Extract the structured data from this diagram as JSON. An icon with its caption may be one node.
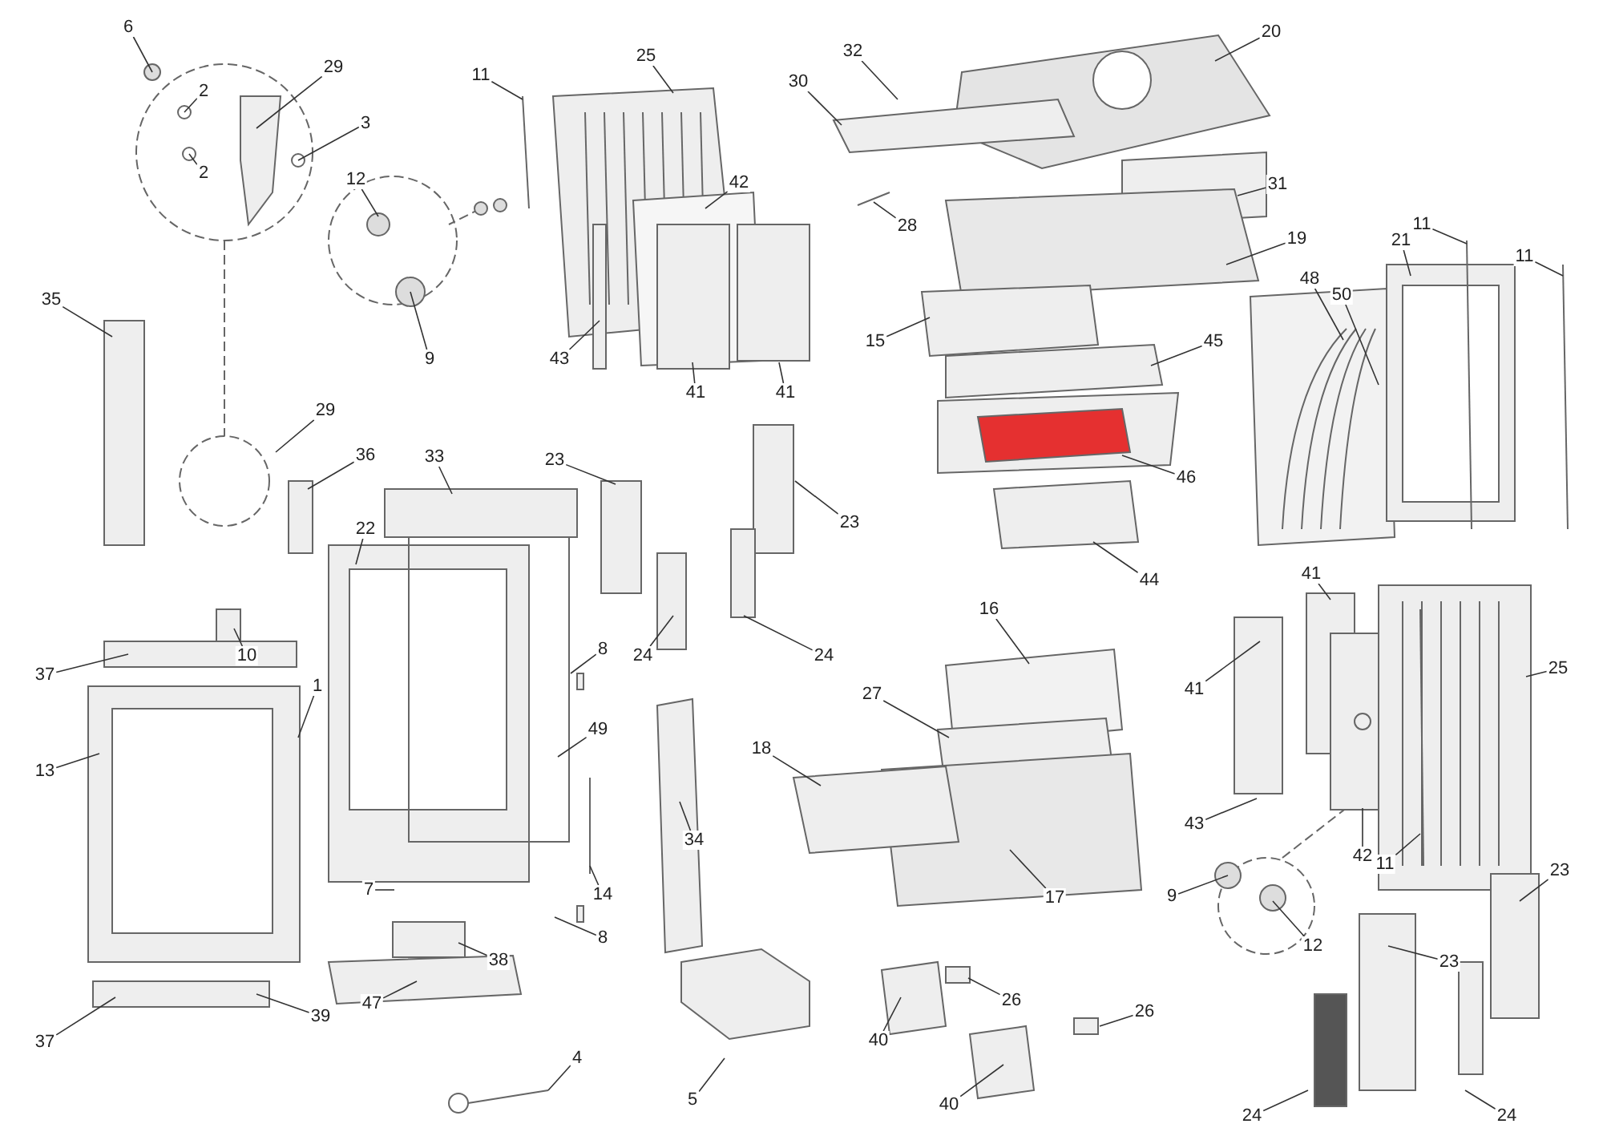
{
  "diagram": {
    "nodes": [
      {
        "text": [
          "6"
        ]
      },
      {
        "text": [
          "2"
        ]
      },
      {
        "text": [
          "29"
        ]
      },
      {
        "text": [
          "2"
        ]
      },
      {
        "text": [
          "3"
        ]
      },
      {
        "text": [
          "11"
        ]
      },
      {
        "text": [
          "25"
        ]
      },
      {
        "text": [
          "12"
        ]
      },
      {
        "text": [
          "9"
        ]
      },
      {
        "text": [
          "35"
        ]
      },
      {
        "text": [
          "42"
        ]
      },
      {
        "text": [
          "43"
        ]
      },
      {
        "text": [
          "41"
        ]
      },
      {
        "text": [
          "41"
        ]
      },
      {
        "text": [
          "30"
        ]
      },
      {
        "text": [
          "32"
        ]
      },
      {
        "text": [
          "28"
        ]
      },
      {
        "text": [
          "20"
        ]
      },
      {
        "text": [
          "31"
        ]
      },
      {
        "text": [
          "19"
        ]
      },
      {
        "text": [
          "15"
        ]
      },
      {
        "text": [
          "45"
        ]
      },
      {
        "text": [
          "46"
        ]
      },
      {
        "text": [
          "48"
        ]
      },
      {
        "text": [
          "50"
        ]
      },
      {
        "text": [
          "21"
        ]
      },
      {
        "text": [
          "11"
        ]
      },
      {
        "text": [
          "11"
        ]
      },
      {
        "text": [
          "44"
        ]
      },
      {
        "text": [
          "29"
        ]
      },
      {
        "text": [
          "36"
        ]
      },
      {
        "text": [
          "33"
        ]
      },
      {
        "text": [
          "22"
        ]
      },
      {
        "text": [
          "23"
        ]
      },
      {
        "text": [
          "23"
        ]
      },
      {
        "text": [
          "24"
        ]
      },
      {
        "text": [
          "24"
        ]
      },
      {
        "text": [
          "10"
        ]
      },
      {
        "text": [
          "37"
        ]
      },
      {
        "text": [
          "1"
        ]
      },
      {
        "text": [
          "13"
        ]
      },
      {
        "text": [
          "8"
        ]
      },
      {
        "text": [
          "49"
        ]
      },
      {
        "text": [
          "14"
        ]
      },
      {
        "text": [
          "8"
        ]
      },
      {
        "text": [
          "34"
        ]
      },
      {
        "text": [
          "7"
        ]
      },
      {
        "text": [
          "38"
        ]
      },
      {
        "text": [
          "47"
        ]
      },
      {
        "text": [
          "39"
        ]
      },
      {
        "text": [
          "37"
        ]
      },
      {
        "text": [
          "4"
        ]
      },
      {
        "text": [
          "5"
        ]
      },
      {
        "text": [
          "16"
        ]
      },
      {
        "text": [
          "27"
        ]
      },
      {
        "text": [
          "18"
        ]
      },
      {
        "text": [
          "17"
        ]
      },
      {
        "text": [
          "26"
        ]
      },
      {
        "text": [
          "26"
        ]
      },
      {
        "text": [
          "40"
        ]
      },
      {
        "text": [
          "40"
        ]
      },
      {
        "text": [
          "41"
        ]
      },
      {
        "text": [
          "41"
        ]
      },
      {
        "text": [
          "43"
        ]
      },
      {
        "text": [
          "25"
        ]
      },
      {
        "text": [
          "42"
        ]
      },
      {
        "text": [
          "11"
        ]
      },
      {
        "text": [
          "9"
        ]
      },
      {
        "text": [
          "12"
        ]
      },
      {
        "text": [
          "23"
        ]
      },
      {
        "text": [
          "23"
        ]
      },
      {
        "text": [
          "24"
        ]
      },
      {
        "text": [
          "24"
        ]
      }
    ],
    "edges": [
      {
        "from": 0,
        "to": null,
        "arrow": "none"
      },
      {
        "from": 1,
        "to": null,
        "arrow": "none"
      },
      {
        "from": 2,
        "to": null,
        "arrow": "none"
      },
      {
        "from": 3,
        "to": null,
        "arrow": "none"
      },
      {
        "from": 4,
        "to": null,
        "arrow": "none"
      },
      {
        "from": 5,
        "to": null,
        "arrow": "none"
      },
      {
        "from": 6,
        "to": null,
        "arrow": "none"
      },
      {
        "from": 7,
        "to": null,
        "arrow": "none"
      },
      {
        "from": 8,
        "to": null,
        "arrow": "none"
      },
      {
        "from": 9,
        "to": null,
        "arrow": "none"
      },
      {
        "from": 10,
        "to": null,
        "arrow": "none"
      },
      {
        "from": 11,
        "to": null,
        "arrow": "none"
      },
      {
        "from": 12,
        "to": null,
        "arrow": "none"
      },
      {
        "from": 13,
        "to": null,
        "arrow": "none"
      },
      {
        "from": 14,
        "to": null,
        "arrow": "none"
      },
      {
        "from": 15,
        "to": null,
        "arrow": "none"
      },
      {
        "from": 16,
        "to": null,
        "arrow": "none"
      },
      {
        "from": 17,
        "to": null,
        "arrow": "none"
      },
      {
        "from": 18,
        "to": null,
        "arrow": "none"
      },
      {
        "from": 19,
        "to": null,
        "arrow": "none"
      },
      {
        "from": 20,
        "to": null,
        "arrow": "none"
      },
      {
        "from": 21,
        "to": null,
        "arrow": "none"
      },
      {
        "from": 22,
        "to": null,
        "arrow": "none"
      },
      {
        "from": 23,
        "to": null,
        "arrow": "none"
      },
      {
        "from": 24,
        "to": null,
        "arrow": "none"
      },
      {
        "from": 25,
        "to": null,
        "arrow": "none"
      },
      {
        "from": 26,
        "to": null,
        "arrow": "none"
      },
      {
        "from": 27,
        "to": null,
        "arrow": "none"
      },
      {
        "from": 28,
        "to": null,
        "arrow": "none"
      },
      {
        "from": 29,
        "to": null,
        "arrow": "none"
      },
      {
        "from": 30,
        "to": null,
        "arrow": "none"
      },
      {
        "from": 31,
        "to": null,
        "arrow": "none"
      },
      {
        "from": 32,
        "to": null,
        "arrow": "none"
      },
      {
        "from": 33,
        "to": null,
        "arrow": "none"
      },
      {
        "from": 34,
        "to": null,
        "arrow": "none"
      },
      {
        "from": 35,
        "to": null,
        "arrow": "none"
      },
      {
        "from": 36,
        "to": null,
        "arrow": "none"
      },
      {
        "from": 37,
        "to": null,
        "arrow": "none"
      },
      {
        "from": 38,
        "to": null,
        "arrow": "none"
      },
      {
        "from": 39,
        "to": null,
        "arrow": "none"
      },
      {
        "from": 40,
        "to": null,
        "arrow": "none"
      },
      {
        "from": 41,
        "to": null,
        "arrow": "none"
      },
      {
        "from": 42,
        "to": null,
        "arrow": "none"
      },
      {
        "from": 43,
        "to": null,
        "arrow": "none"
      },
      {
        "from": 44,
        "to": null,
        "arrow": "none"
      },
      {
        "from": 45,
        "to": null,
        "arrow": "none"
      },
      {
        "from": 46,
        "to": null,
        "arrow": "none"
      },
      {
        "from": 47,
        "to": null,
        "arrow": "none"
      },
      {
        "from": 48,
        "to": null,
        "arrow": "none"
      },
      {
        "from": 49,
        "to": null,
        "arrow": "none"
      },
      {
        "from": 50,
        "to": null,
        "arrow": "none"
      },
      {
        "from": 51,
        "to": null,
        "arrow": "none"
      },
      {
        "from": 52,
        "to": null,
        "arrow": "none"
      },
      {
        "from": 53,
        "to": null,
        "arrow": "none"
      },
      {
        "from": 54,
        "to": null,
        "arrow": "none"
      },
      {
        "from": 55,
        "to": null,
        "arrow": "none"
      },
      {
        "from": 56,
        "to": null,
        "arrow": "none"
      },
      {
        "from": 57,
        "to": null,
        "arrow": "none"
      },
      {
        "from": 58,
        "to": null,
        "arrow": "none"
      },
      {
        "from": 59,
        "to": null,
        "arrow": "none"
      },
      {
        "from": 60,
        "to": null,
        "arrow": "none"
      },
      {
        "from": 61,
        "to": null,
        "arrow": "none"
      },
      {
        "from": 62,
        "to": null,
        "arrow": "none"
      },
      {
        "from": 63,
        "to": null,
        "arrow": "none"
      },
      {
        "from": 64,
        "to": null,
        "arrow": "none"
      },
      {
        "from": 65,
        "to": null,
        "arrow": "none"
      },
      {
        "from": 66,
        "to": null,
        "arrow": "none"
      },
      {
        "from": 67,
        "to": null,
        "arrow": "none"
      },
      {
        "from": 68,
        "to": null,
        "arrow": "none"
      },
      {
        "from": 69,
        "to": null,
        "arrow": "none"
      },
      {
        "from": 70,
        "to": null,
        "arrow": "none"
      },
      {
        "from": 71,
        "to": null,
        "arrow": "none"
      },
      {
        "from": 72,
        "to": null,
        "arrow": "none"
      }
    ]
  }
}
